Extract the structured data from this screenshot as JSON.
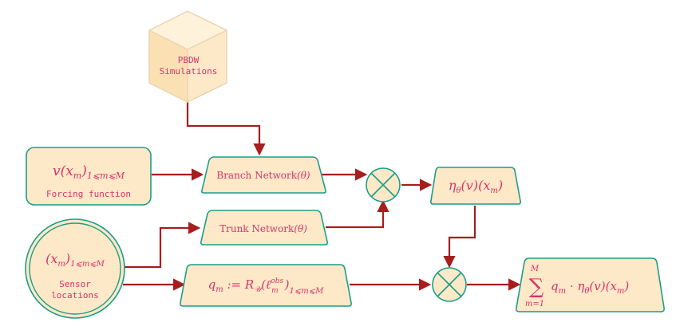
{
  "cube": {
    "line1": "PBDW",
    "line2": "Simulations"
  },
  "forcing": {
    "math_main": "v(x",
    "math_sub_m": "m",
    "math_close": ")",
    "math_range": "1⩽m⩽M",
    "caption": "Forcing function"
  },
  "branch": {
    "label": "Branch Network",
    "param": "(θ)"
  },
  "trunk": {
    "label": "Trunk Network",
    "param": "(θ)"
  },
  "sensor": {
    "math_main": "(x",
    "math_sub_m": "m",
    "math_close": ")",
    "math_range": "1⩽m⩽M",
    "caption1": "Sensor",
    "caption2": "locations"
  },
  "eta": {
    "text": "η",
    "sub": "θ",
    "rest": "(v)(x",
    "sub2": "m",
    "close": ")"
  },
  "q": {
    "lhs": "q",
    "lhs_sub": "m",
    "assign": " := R",
    "R_sub": "𝒰",
    "open": "(ℓ",
    "ell_sub": "m",
    "ell_sup": "obs",
    "close": ")",
    "range": "1⩽m⩽M"
  },
  "sum": {
    "upper": "M",
    "lower": "m=1",
    "sigma": "∑",
    "body": "q",
    "body_sub": "m",
    "dot": " · η",
    "eta_sub": "θ",
    "rest": "(v)(x",
    "rest_sub": "m",
    "close": ")"
  }
}
